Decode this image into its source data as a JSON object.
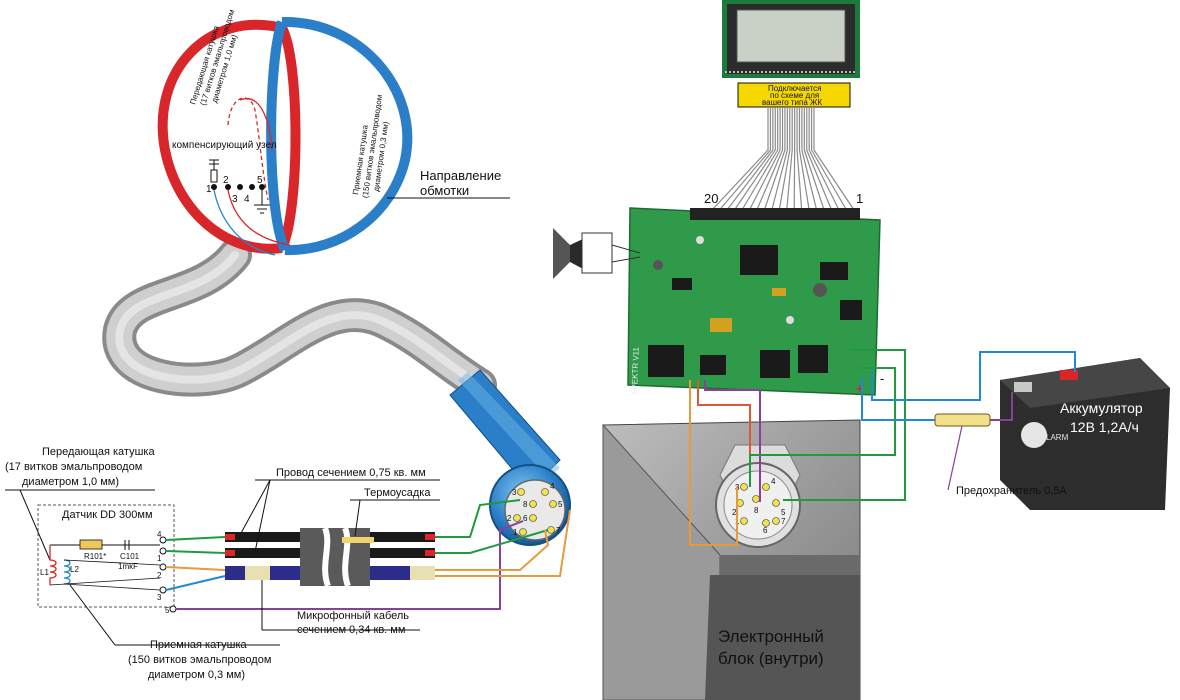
{
  "coil": {
    "transmit_label_1": "Передающая катушка",
    "transmit_label_2": "(17 витков эмальпроводом",
    "transmit_label_3": "диаметром 1,0 мм)",
    "receive_label_1": "Приемная катушка",
    "receive_label_2": "(150 витков эмальпроводом",
    "receive_label_3": "диаметром 0,3 мм)",
    "compensating_node": "компенсирующий узел",
    "pins": [
      "1",
      "2",
      "3",
      "4",
      "5"
    ]
  },
  "winding": {
    "line1": "Направление",
    "line2": "обмотки"
  },
  "lcd": {
    "note_1": "Подключается",
    "note_2": "по схеме для",
    "note_3": "вашего типа ЖК"
  },
  "pcb": {
    "pin_20": "20",
    "pin_1": "1",
    "silk": "SPEKTR V11",
    "plus": "+",
    "minus": "-"
  },
  "battery": {
    "title": "Аккумулятор",
    "spec": "12В 1,2А/ч",
    "brand": "LARM"
  },
  "fuse": {
    "label": "Предохранитель 0,5А"
  },
  "sensor_box": {
    "transmit_1": "Передающая катушка",
    "transmit_2": "(17 витков эмальпроводом",
    "transmit_3": "диаметром 1,0 мм)",
    "title": "Датчик DD 300мм",
    "r": "R101*",
    "c": "C101",
    "c_val": "1mkF",
    "l1": "L1",
    "l2": "L2",
    "pins": [
      "4",
      "1",
      "2",
      "3",
      "5"
    ],
    "receive_1": "Приемная катушка",
    "receive_2": "(150 витков эмальпроводом",
    "receive_3": "диаметром 0,3 мм)"
  },
  "cable": {
    "wire_label": "Провод сечением 0,75 кв. мм",
    "shrink_label": "Термоусадка",
    "mic_label_1": "Микрофонный кабель",
    "mic_label_2": "сечением 0,34 кв. мм"
  },
  "connector": {
    "pins": [
      "3",
      "4",
      "8",
      "5",
      "2",
      "6",
      "1",
      "7"
    ]
  },
  "socket": {
    "pins": [
      "3",
      "4",
      "2",
      "8",
      "5",
      "1",
      "6",
      "7"
    ]
  },
  "enclosure": {
    "line1": "Электронный",
    "line2": "блок (внутри)"
  },
  "colors": {
    "red_coil": "#d8262b",
    "blue_coil": "#2a7fc8",
    "pcb": "#2f9a4a",
    "wire_green": "#1f9a3f",
    "wire_orange": "#e69a3a",
    "wire_purple": "#8a3f9a",
    "wire_blue": "#1e8ad0",
    "battery": "#2d2d2d",
    "lcd_note": "#f5d800"
  }
}
